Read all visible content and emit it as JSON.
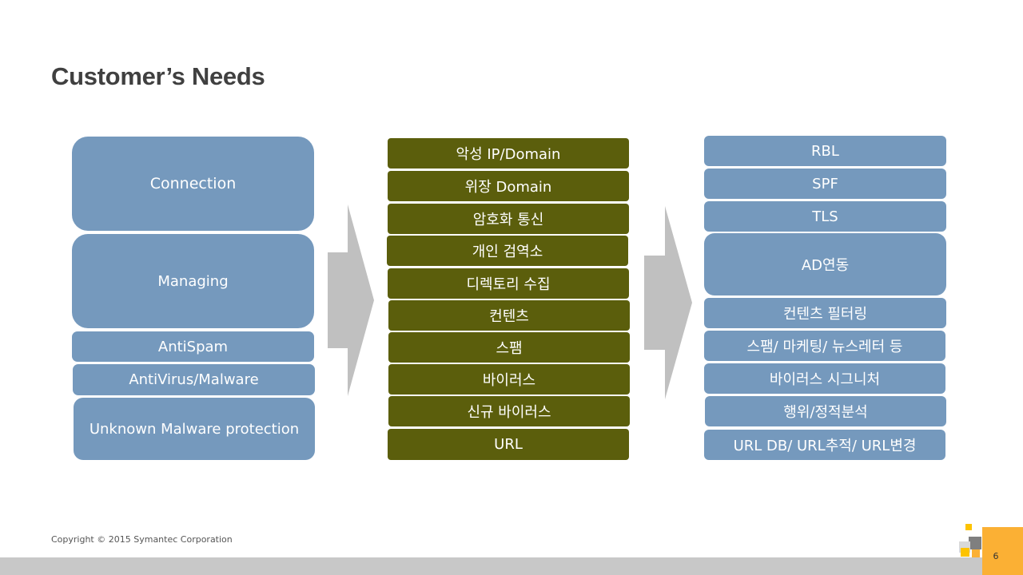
{
  "title": "Customer’s Needs",
  "left_column": [
    {
      "label": "Connection"
    },
    {
      "label": "Managing"
    },
    {
      "label": "AntiSpam"
    },
    {
      "label": "AntiVirus/Malware"
    },
    {
      "label": "Unknown Malware protection"
    }
  ],
  "middle_column": [
    {
      "label": "악성 IP/Domain"
    },
    {
      "label": "위장 Domain"
    },
    {
      "label": "암호화 통신"
    },
    {
      "label": "개인 검역소"
    },
    {
      "label": "디렉토리 수집"
    },
    {
      "label": "컨텐츠"
    },
    {
      "label": "스팸"
    },
    {
      "label": "바이러스"
    },
    {
      "label": "신규 바이러스"
    },
    {
      "label": "URL"
    }
  ],
  "right_column": [
    {
      "label": "RBL"
    },
    {
      "label": "SPF"
    },
    {
      "label": "TLS"
    },
    {
      "label": "AD연동"
    },
    {
      "label": "컨텐츠 필터링"
    },
    {
      "label": "스팸/ 마케팅/ 뉴스레터 등"
    },
    {
      "label": "바이러스 시그니처"
    },
    {
      "label": "행위/정적분석"
    },
    {
      "label": "URL DB/ URL추적/ URL변경"
    }
  ],
  "footer": {
    "copyright": "Copyright © 2015 Symantec Corporation",
    "page_number": "6"
  },
  "colors": {
    "blue_box": "#7599bd",
    "olive_box": "#5b5e0c",
    "arrow": "#c0c0c0",
    "accent_orange": "#fbb034",
    "accent_yellow": "#fdc300"
  }
}
